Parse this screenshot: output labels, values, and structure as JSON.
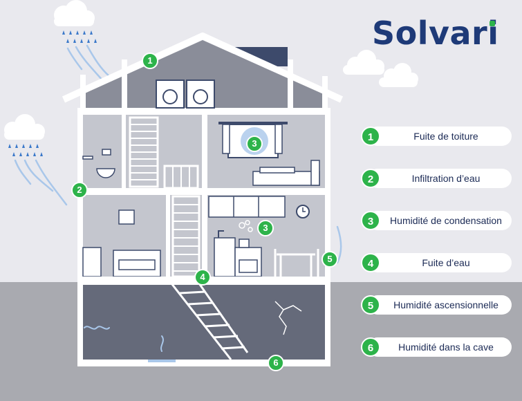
{
  "brand": {
    "name": "Solvari",
    "accent_color": "#2db34a",
    "text_color": "#1e3a78"
  },
  "legend": [
    {
      "number": "1",
      "label": "Fuite de toiture"
    },
    {
      "number": "2",
      "label": "Infiltration d’eau"
    },
    {
      "number": "3",
      "label": "Humidité de condensation"
    },
    {
      "number": "4",
      "label": "Fuite d’eau"
    },
    {
      "number": "5",
      "label": "Humidité ascensionnelle"
    },
    {
      "number": "6",
      "label": "Humidité dans la cave"
    }
  ],
  "markers": [
    "1",
    "2",
    "3",
    "3",
    "4",
    "5",
    "6"
  ],
  "icons": [
    "cloud-icon",
    "rain-icon",
    "washing-machine-icon",
    "window-icon",
    "bed-icon",
    "toilet-icon",
    "sink-icon",
    "clock-icon",
    "stove-icon",
    "sofa-icon",
    "table-icon",
    "staircase-icon",
    "crack-icon",
    "steam-icon"
  ]
}
